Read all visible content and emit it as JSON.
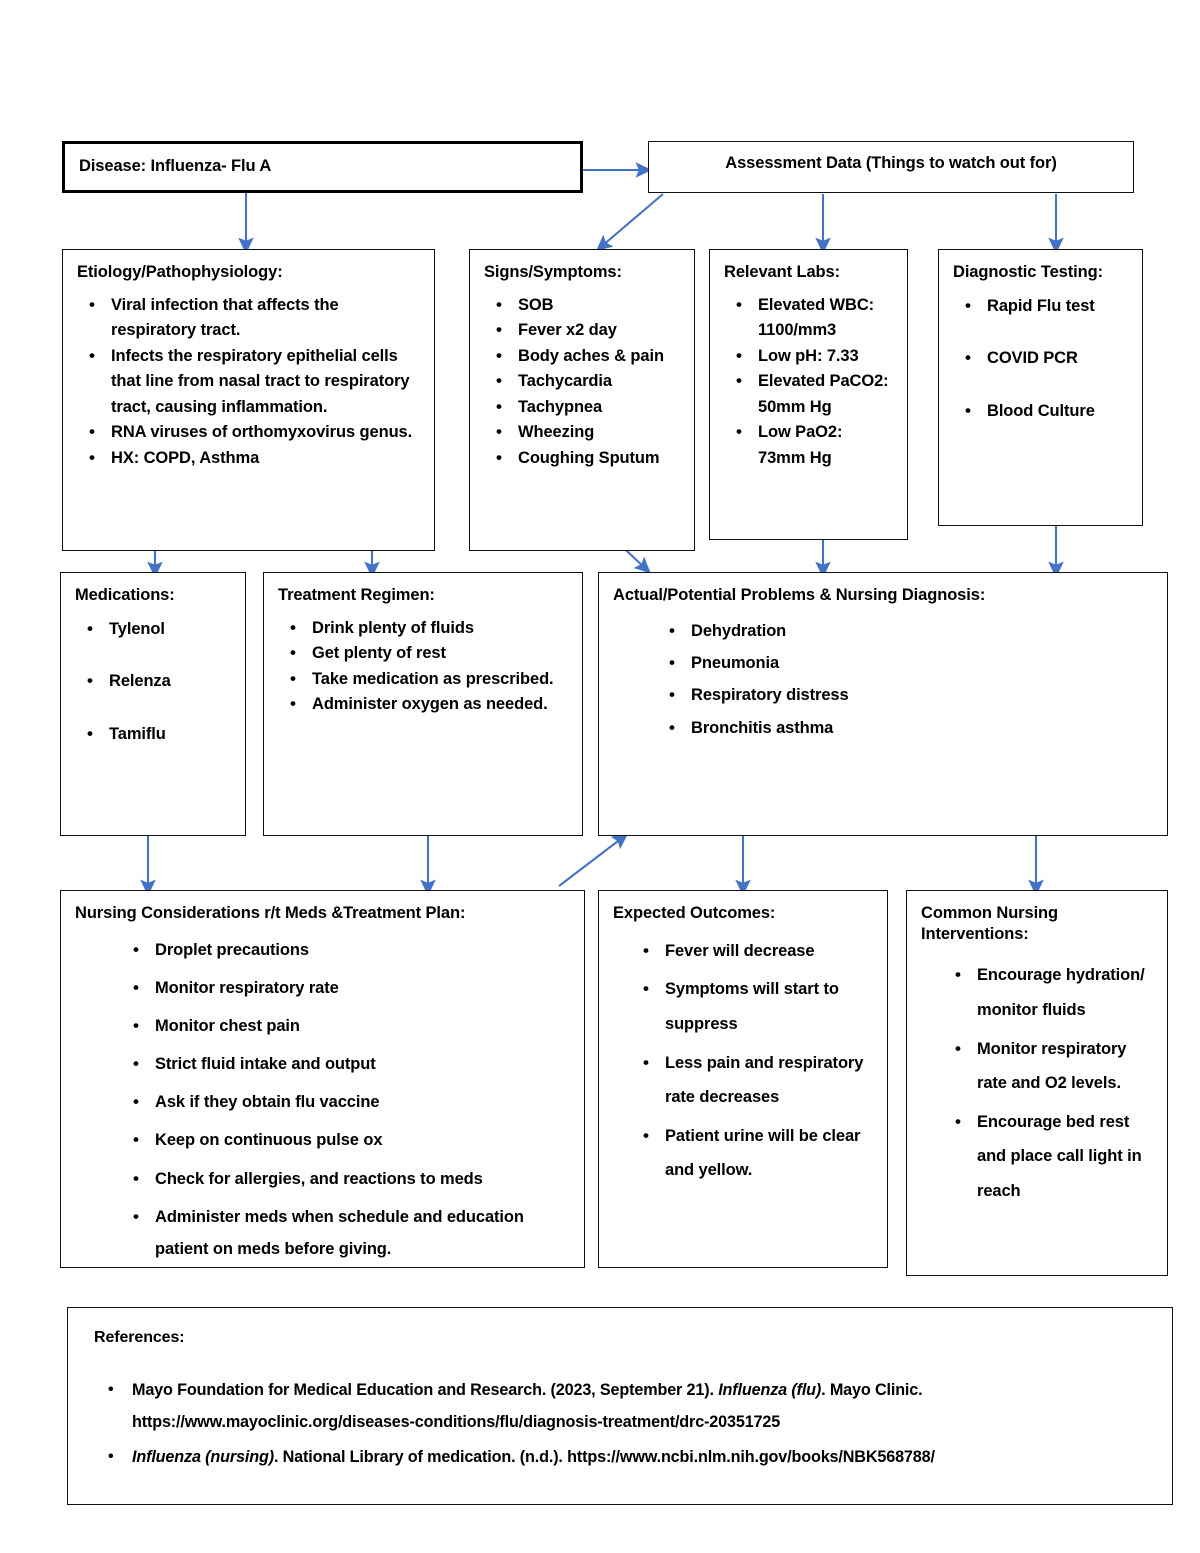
{
  "colors": {
    "arrow": "#4472C4",
    "border": "#101010",
    "emphasis_border": "#000000",
    "text": "#000000",
    "background": "#FFFFFF"
  },
  "nodes": {
    "disease": {
      "title": "Disease: Influenza- Flu A"
    },
    "assessment": {
      "title": "Assessment Data (Things to watch out for)"
    },
    "etiology": {
      "title": "Etiology/Pathophysiology:",
      "items": [
        "Viral infection that affects the respiratory tract.",
        "Infects the respiratory epithelial cells that line from nasal tract to respiratory tract, causing inflammation.",
        "RNA viruses of orthomyxovirus genus.",
        "HX: COPD, Asthma"
      ]
    },
    "signs": {
      "title": "Signs/Symptoms:",
      "items": [
        "SOB",
        "Fever x2 day",
        "Body aches & pain",
        "Tachycardia",
        "Tachypnea",
        "Wheezing",
        "Coughing Sputum"
      ]
    },
    "labs": {
      "title": "Relevant Labs:",
      "items": [
        "Elevated WBC: 1100/mm3",
        "Low pH: 7.33",
        "Elevated PaCO2: 50mm Hg",
        "Low PaO2: 73mm Hg"
      ]
    },
    "diagnostics": {
      "title": "Diagnostic Testing:",
      "items": [
        "Rapid Flu test",
        "COVID PCR",
        "Blood Culture"
      ]
    },
    "medications": {
      "title": "Medications:",
      "items": [
        "Tylenol",
        "Relenza",
        "Tamiflu"
      ]
    },
    "treatment": {
      "title": "Treatment Regimen:",
      "items": [
        "Drink plenty of fluids",
        "Get plenty of rest",
        "Take medication as prescribed.",
        "Administer oxygen as needed."
      ]
    },
    "problems": {
      "title": "Actual/Potential Problems & Nursing Diagnosis:",
      "items": [
        "Dehydration",
        "Pneumonia",
        "Respiratory distress",
        "Bronchitis asthma"
      ]
    },
    "considerations": {
      "title": "Nursing Considerations r/t Meds &Treatment Plan:",
      "items": [
        "Droplet precautions",
        "Monitor respiratory rate",
        "Monitor chest pain",
        "Strict fluid intake and output",
        " Ask if they obtain flu vaccine",
        "Keep on continuous pulse ox",
        "Check for allergies, and reactions to meds",
        "Administer meds when schedule and education patient on meds before giving."
      ]
    },
    "outcomes": {
      "title": "Expected Outcomes:",
      "items": [
        "Fever will decrease",
        "Symptoms will start to suppress",
        "Less pain and respiratory rate decreases",
        "Patient urine will be clear and yellow."
      ]
    },
    "interventions": {
      "title": "Common Nursing Interventions:",
      "items": [
        "Encourage hydration/ monitor fluids",
        "Monitor respiratory rate and O2 levels.",
        "Encourage bed rest and place call light in reach"
      ]
    },
    "references": {
      "title": "References:",
      "entries": [
        {
          "text_before_italic": "Mayo Foundation for Medical Education and Research. (2023, September 21). ",
          "italic": "Influenza (flu)",
          "text_after_italic": ". Mayo Clinic.",
          "url": "https://www.mayoclinic.org/diseases-conditions/flu/diagnosis-treatment/drc-20351725"
        },
        {
          "italic": "Influenza (nursing)",
          "text_after_italic": ". National Library of medication. (n.d.). https://www.ncbi.nlm.nih.gov/books/NBK568788/"
        }
      ]
    }
  }
}
